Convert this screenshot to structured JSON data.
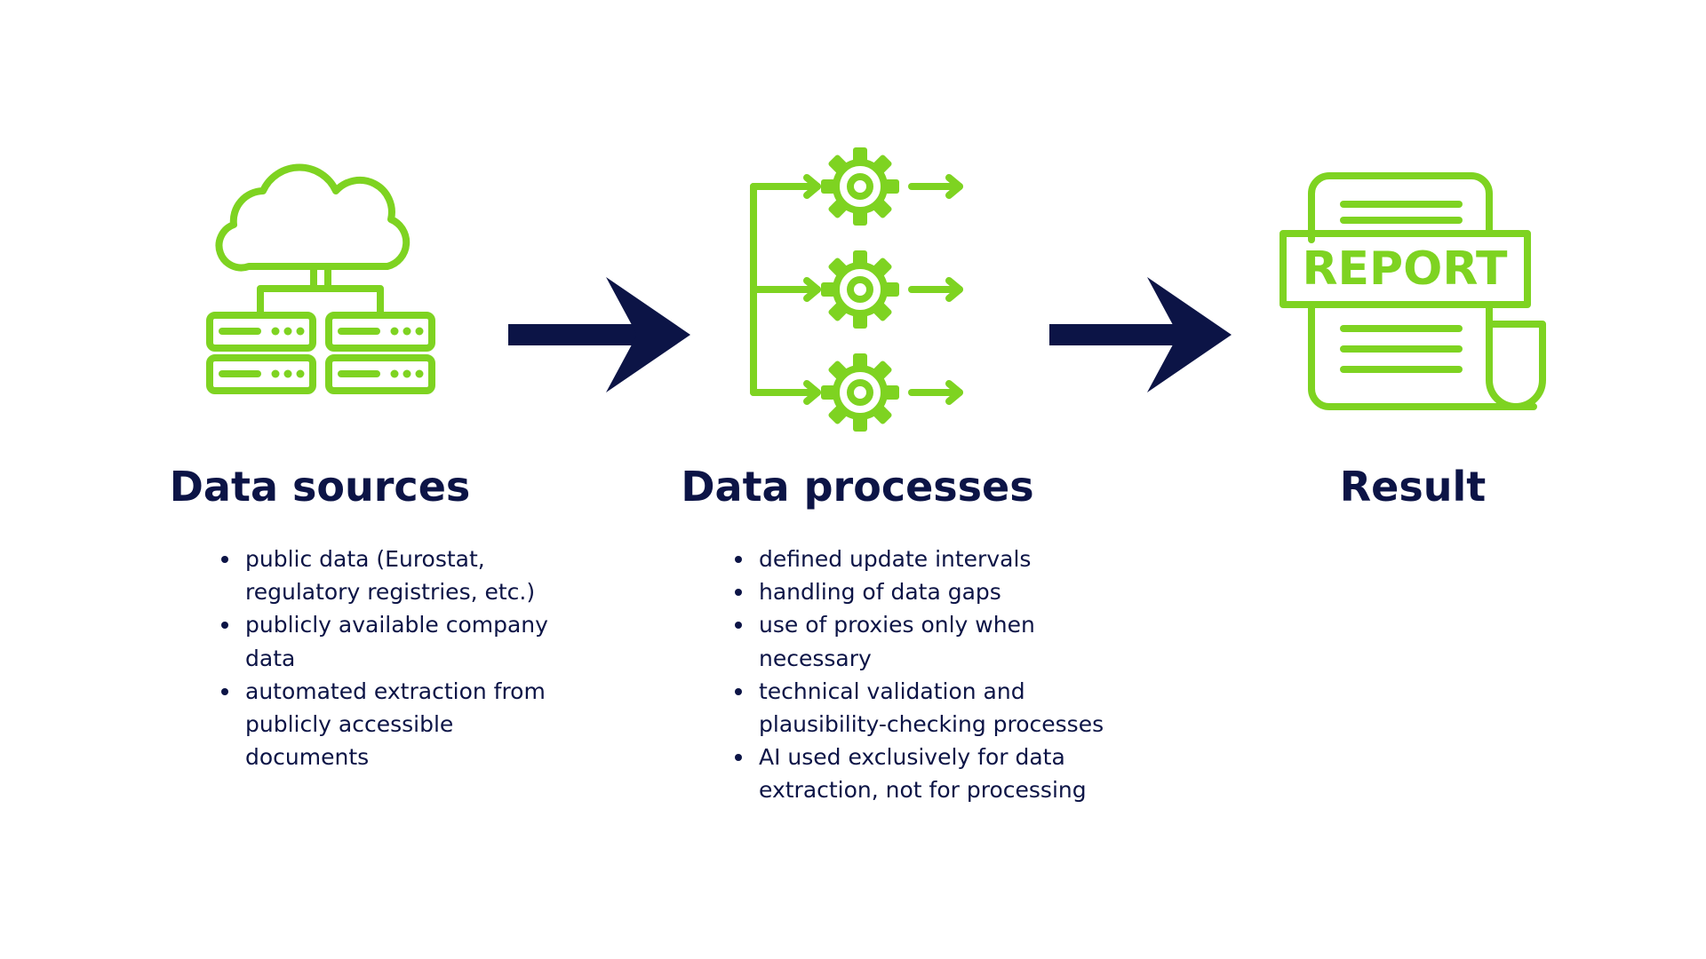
{
  "colors": {
    "accent": "#7ed321",
    "navy": "#0c1446",
    "background": "#ffffff"
  },
  "icons": {
    "sources": "cloud-server-icon",
    "processes": "gear-processes-icon",
    "result": "report-document-icon",
    "flow_arrow": "arrow-right-icon"
  },
  "columns": [
    {
      "title": "Data sources",
      "items": [
        "public data (Eurostat, regulatory registries, etc.)",
        "publicly available company data",
        "automated extraction from publicly accessible documents"
      ]
    },
    {
      "title": "Data processes",
      "items": [
        "defined update intervals",
        "handling of data gaps",
        "use of proxies only when necessary",
        "technical validation and plausibility-checking processes",
        "AI used exclusively for data extraction, not for processing"
      ]
    },
    {
      "title": "Result",
      "items": []
    }
  ],
  "report_label": "REPORT"
}
